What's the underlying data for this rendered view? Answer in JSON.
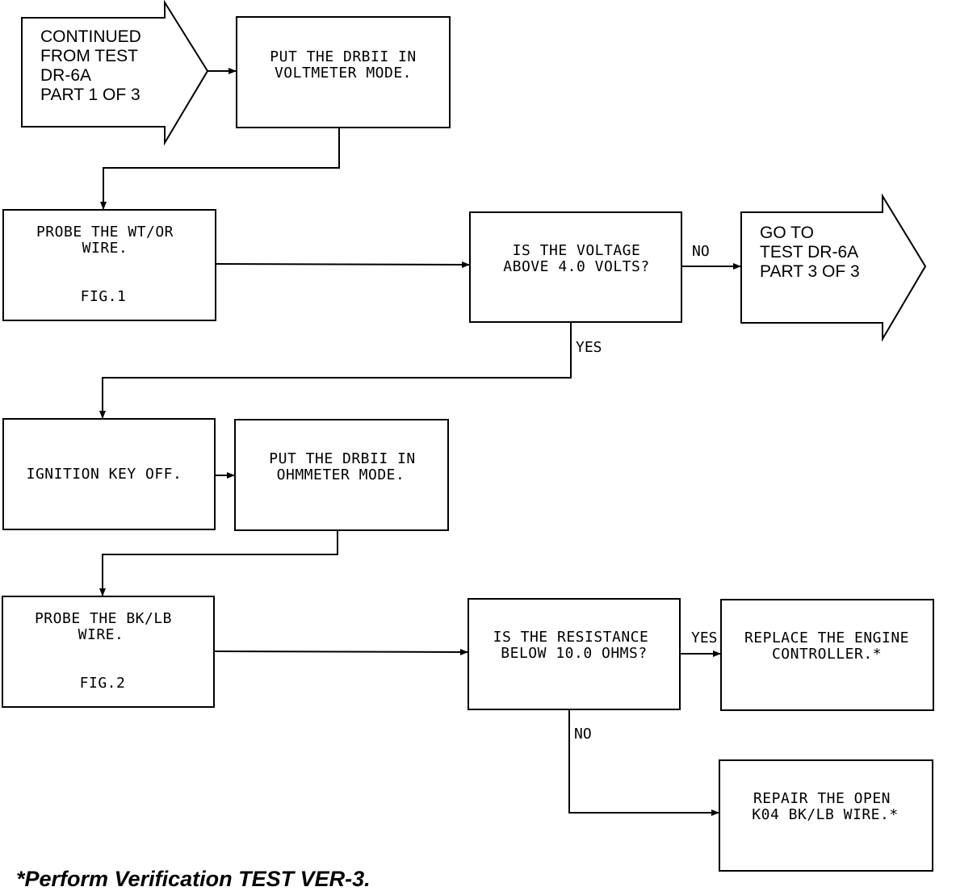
{
  "nodes": {
    "start_connector": [
      "CONTINUED",
      "FROM TEST",
      "DR-6A",
      "PART 1 OF 3"
    ],
    "put_drbii_voltmeter": [
      "PUT THE DRBII IN",
      "VOLTMETER MODE."
    ],
    "probe_wt_or": [
      "PROBE THE WT/OR",
      "WIRE."
    ],
    "probe_wt_or_fig": "FIG.1",
    "voltage_decision": [
      "IS THE VOLTAGE",
      "ABOVE 4.0 VOLTS?"
    ],
    "goto_connector": [
      "GO TO",
      "TEST DR-6A",
      "PART 3 OF 3"
    ],
    "ignition_key_off": [
      "IGNITION KEY OFF."
    ],
    "put_drbii_ohmmeter": [
      "PUT THE DRBII IN",
      "OHMMETER MODE."
    ],
    "probe_bk_lb": [
      "PROBE THE BK/LB",
      "WIRE."
    ],
    "probe_bk_lb_fig": "FIG.2",
    "resistance_decision": [
      "IS THE RESISTANCE",
      "BELOW 10.0 OHMS?"
    ],
    "replace_controller": [
      "REPLACE THE ENGINE",
      "CONTROLLER.*"
    ],
    "repair_open": [
      "REPAIR THE OPEN",
      "K04 BK/LB WIRE.*"
    ]
  },
  "edge_labels": {
    "voltage_no": "NO",
    "voltage_yes": "YES",
    "resistance_yes": "YES",
    "resistance_no": "NO"
  },
  "footnote": "*Perform Verification TEST VER-3."
}
